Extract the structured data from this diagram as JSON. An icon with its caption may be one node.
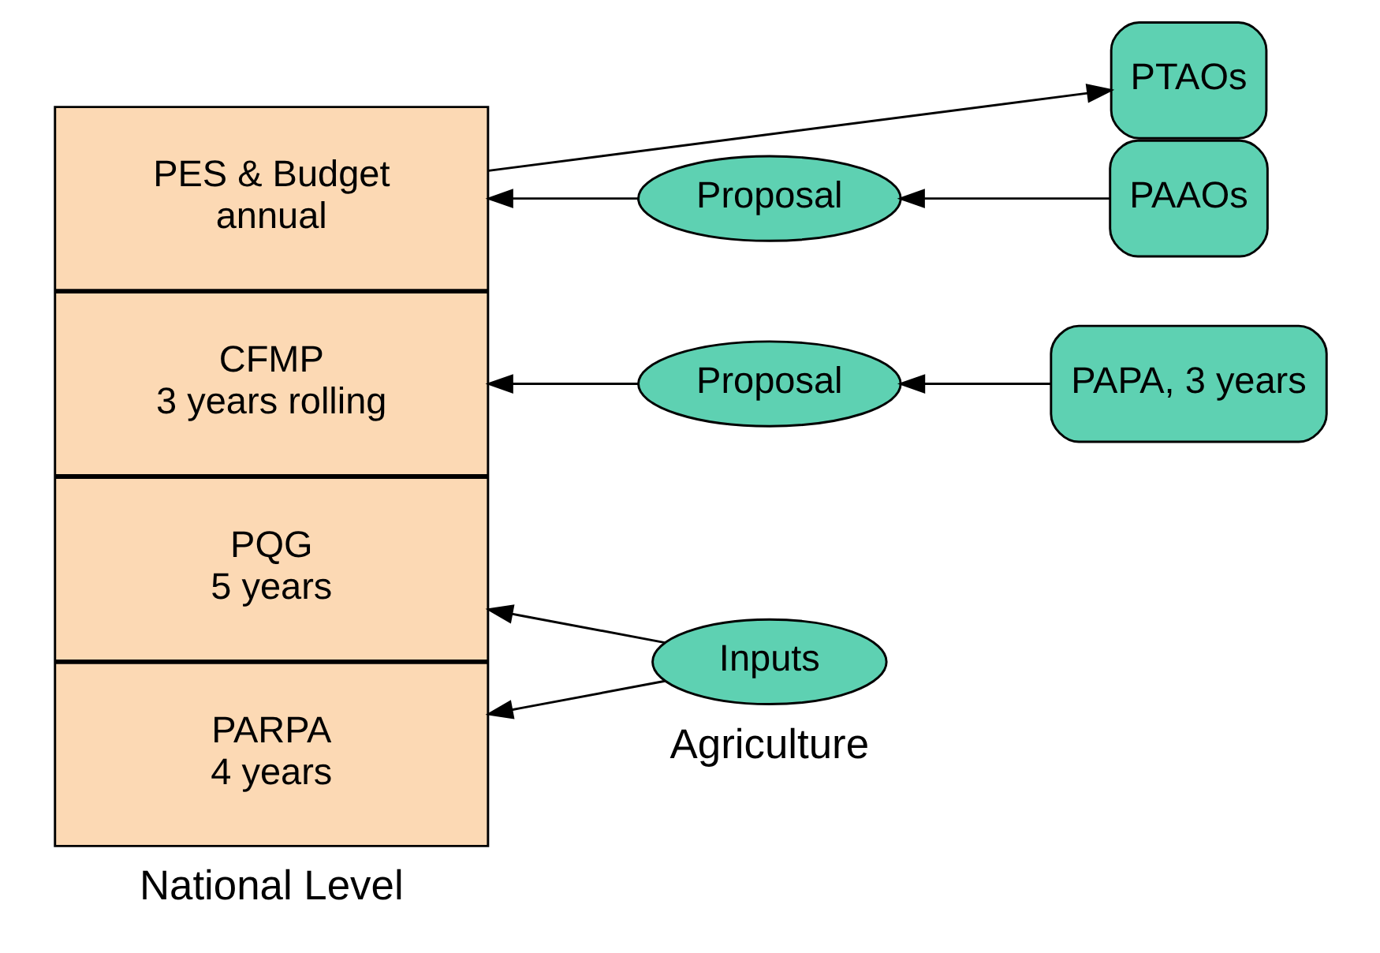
{
  "diagram": {
    "nodes": [
      {
        "text": [
          "PQG",
          "5 years"
        ]
      },
      {
        "text": [
          "PARPA",
          "4 years"
        ]
      },
      {
        "text": [
          "CFMP",
          "3 years rolling"
        ]
      },
      {
        "text": [
          "PES & Budget",
          "annual"
        ]
      },
      {
        "text": [
          "Inputs"
        ]
      },
      {
        "text": [
          "Proposal"
        ]
      },
      {
        "text": [
          "PAPA, 3 years"
        ]
      },
      {
        "text": [
          "Proposal"
        ]
      },
      {
        "text": [
          "PAAOs"
        ]
      },
      {
        "text": [
          "PTAOs"
        ]
      }
    ],
    "edges": [
      {
        "from": 4,
        "to": 0,
        "arrow": "to"
      },
      {
        "from": 4,
        "to": 1,
        "arrow": "to"
      },
      {
        "from": 6,
        "to": 5,
        "arrow": "to"
      },
      {
        "from": 5,
        "to": 2,
        "arrow": "to"
      },
      {
        "from": 8,
        "to": 7,
        "arrow": "to"
      },
      {
        "from": 7,
        "to": 3,
        "arrow": "to"
      },
      {
        "from": 3,
        "to": 9,
        "arrow": "to"
      }
    ],
    "labels": [
      "National Level",
      "Agriculture"
    ]
  }
}
